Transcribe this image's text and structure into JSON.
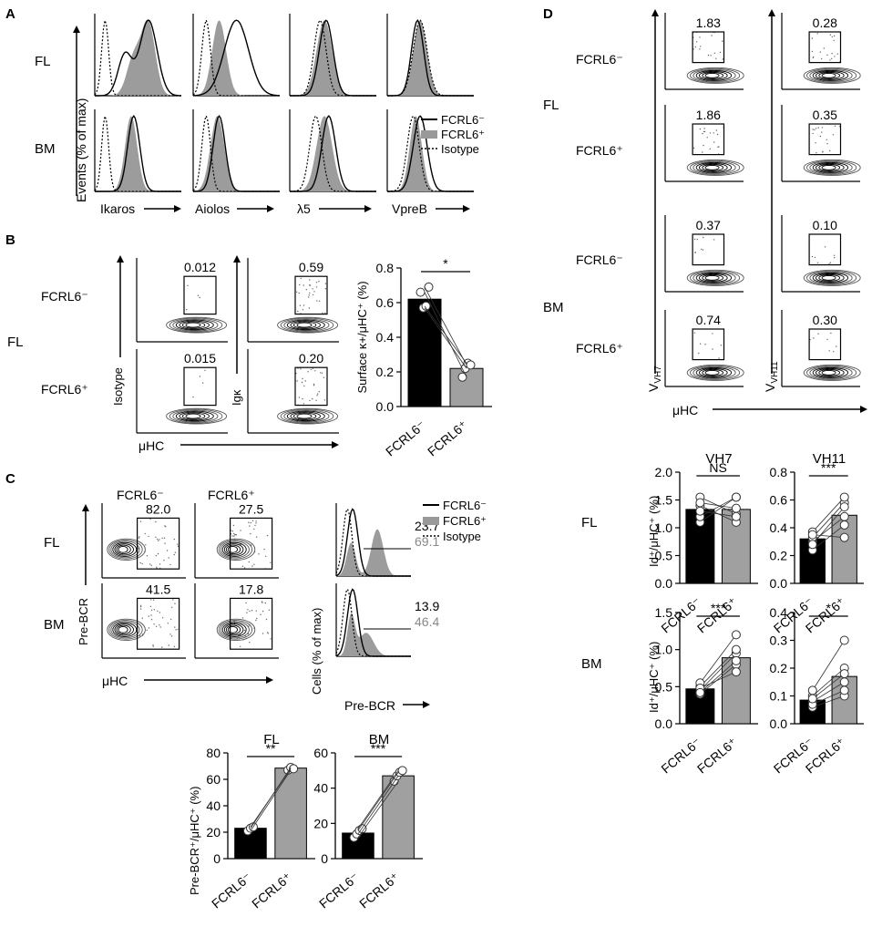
{
  "panels": {
    "A": {
      "label": "A",
      "rows": [
        "FL",
        "BM"
      ],
      "markers": [
        "Ikaros",
        "Aiolos",
        "λ5",
        "VpreB"
      ],
      "yaxis": "Events (% of max)",
      "legend": [
        "FCRL6⁻",
        "FCRL6⁺",
        "Isotype"
      ]
    },
    "B": {
      "label": "B",
      "tissue": "FL",
      "rows": [
        "FCRL6⁻",
        "FCRL6⁺"
      ],
      "cols": [
        "Isotype",
        "Igκ"
      ],
      "xaxis": "μHC",
      "gates": [
        [
          "0.012",
          "0.59"
        ],
        [
          "0.015",
          "0.20"
        ]
      ],
      "chart_data": {
        "type": "bar",
        "categories": [
          "FCRL6⁻",
          "FCRL6⁺"
        ],
        "values": [
          0.62,
          0.22
        ],
        "points": [
          [
            0.66,
            0.57,
            0.58,
            0.69
          ],
          [
            0.17,
            0.22,
            0.25,
            0.24
          ]
        ],
        "ylabel": "Surface κ+/μHC⁺ (%)",
        "ylim": [
          0,
          0.8
        ],
        "yticks": [
          "0.0",
          "0.2",
          "0.4",
          "0.6",
          "0.8"
        ],
        "significance": "*"
      }
    },
    "C": {
      "label": "C",
      "rows": [
        "FL",
        "BM"
      ],
      "cols": [
        "FCRL6⁻",
        "FCRL6⁺"
      ],
      "yaxis": "Pre-BCR",
      "xaxis": "μHC",
      "gates": [
        [
          "82.0",
          "27.5"
        ],
        [
          "41.5",
          "17.8"
        ]
      ],
      "hist_yaxis": "Cells (% of max)",
      "hist_xaxis": "Pre-BCR",
      "hist_values": [
        [
          "23.7",
          "69.1"
        ],
        [
          "13.9",
          "46.4"
        ]
      ],
      "legend": [
        "FCRL6⁻",
        "FCRL6⁺",
        "Isotype"
      ],
      "ylabel": "Pre-BCR⁺/μHC⁺ (%)",
      "chart_data": [
        {
          "type": "bar",
          "title": "FL",
          "categories": [
            "FCRL6⁻",
            "FCRL6⁺"
          ],
          "values": [
            23,
            68.5
          ],
          "points": [
            [
              21,
              23,
              24
            ],
            [
              67,
              69,
              68
            ]
          ],
          "ylim": [
            0,
            80
          ],
          "yticks": [
            "0",
            "20",
            "40",
            "60",
            "80"
          ],
          "significance": "**"
        },
        {
          "type": "bar",
          "title": "BM",
          "categories": [
            "FCRL6⁻",
            "FCRL6⁺"
          ],
          "values": [
            14.5,
            47
          ],
          "points": [
            [
              12,
              14,
              16,
              17
            ],
            [
              44,
              47,
              49,
              50
            ]
          ],
          "ylim": [
            0,
            60
          ],
          "yticks": [
            "0",
            "20",
            "40",
            "60"
          ],
          "significance": "***"
        }
      ]
    },
    "D": {
      "label": "D",
      "tissues": [
        "FL",
        "BM"
      ],
      "rows": [
        "FCRL6⁻",
        "FCRL6⁺",
        "FCRL6⁻",
        "FCRL6⁺"
      ],
      "yaxes": [
        "VH7",
        "VH11"
      ],
      "xaxis": "μHC",
      "gates": [
        [
          "1.83",
          "0.28"
        ],
        [
          "1.86",
          "0.35"
        ],
        [
          "0.37",
          "0.10"
        ],
        [
          "0.74",
          "0.30"
        ]
      ],
      "ylabels": [
        "Id⁺/μHC⁺ (%)",
        "Id⁺/μHC⁺ (%)"
      ],
      "chart_data": [
        {
          "type": "bar",
          "title": "VH7",
          "row": "FL",
          "categories": [
            "FCRL6⁻",
            "FCRL6⁺"
          ],
          "values": [
            1.33,
            1.33
          ],
          "ylim": [
            0,
            2.0
          ],
          "yticks": [
            "0.0",
            "0.5",
            "1.0",
            "1.5",
            "2.0"
          ],
          "pairs": [
            [
              1.1,
              1.55
            ],
            [
              1.4,
              1.1
            ],
            [
              1.2,
              1.55
            ],
            [
              1.55,
              1.25
            ],
            [
              1.3,
              1.2
            ],
            [
              1.45,
              1.35
            ]
          ],
          "significance": "NS"
        },
        {
          "type": "bar",
          "title": "VH11",
          "row": "FL",
          "categories": [
            "FCRL6⁻",
            "FCRL6⁺"
          ],
          "values": [
            0.32,
            0.49
          ],
          "ylim": [
            0,
            0.8
          ],
          "yticks": [
            "0.0",
            "0.2",
            "0.4",
            "0.6",
            "0.8"
          ],
          "pairs": [
            [
              0.24,
              0.42
            ],
            [
              0.3,
              0.48
            ],
            [
              0.33,
              0.58
            ],
            [
              0.37,
              0.62
            ],
            [
              0.35,
              0.33
            ],
            [
              0.28,
              0.55
            ]
          ],
          "significance": "***"
        },
        {
          "type": "bar",
          "row": "BM",
          "categories": [
            "FCRL6⁻",
            "FCRL6⁺"
          ],
          "values": [
            0.47,
            0.89
          ],
          "ylim": [
            0,
            1.5
          ],
          "yticks": [
            "0.0",
            "0.5",
            "1.0",
            "1.5"
          ],
          "pairs": [
            [
              0.4,
              0.8
            ],
            [
              0.45,
              0.95
            ],
            [
              0.5,
              1.0
            ],
            [
              0.55,
              1.2
            ],
            [
              0.48,
              0.7
            ],
            [
              0.42,
              0.85
            ]
          ],
          "significance": "***"
        },
        {
          "type": "bar",
          "row": "BM",
          "categories": [
            "FCRL6⁻",
            "FCRL6⁺"
          ],
          "values": [
            0.085,
            0.17
          ],
          "ylim": [
            0,
            0.4
          ],
          "yticks": [
            "0.0",
            "0.1",
            "0.2",
            "0.3",
            "0.4"
          ],
          "pairs": [
            [
              0.06,
              0.1
            ],
            [
              0.08,
              0.15
            ],
            [
              0.1,
              0.2
            ],
            [
              0.12,
              0.3
            ],
            [
              0.07,
              0.12
            ],
            [
              0.09,
              0.18
            ]
          ],
          "significance": "*"
        }
      ]
    }
  }
}
